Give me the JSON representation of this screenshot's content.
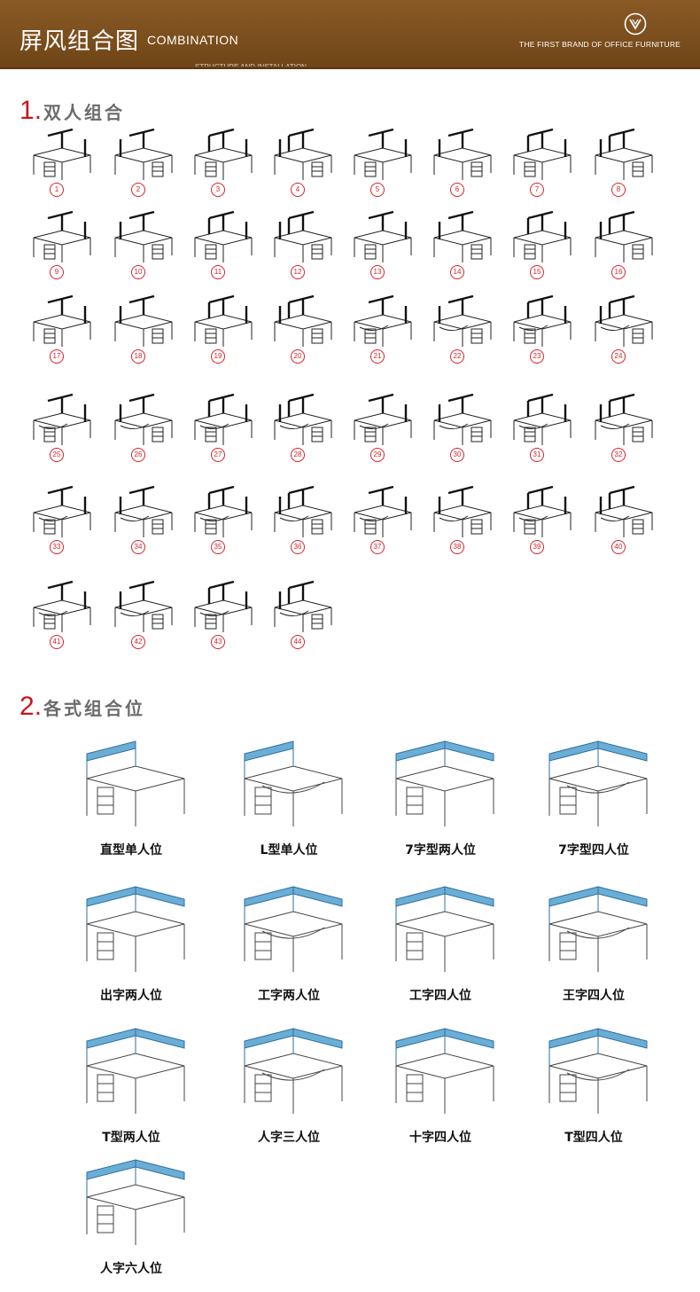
{
  "header": {
    "title": "屏风组合图",
    "subtitle": "COMBINATION",
    "brand": "THE FIRST BRAND OF OFFICE FURNITURE",
    "ghost": "STRUCTURE AND INSTALLATION",
    "logo_icon": "v-circle-logo-icon"
  },
  "colors": {
    "header_bg": "#7a4d1d",
    "accent_red": "#c8151d",
    "title_gray": "#6b6b6b",
    "screen_blue": "#6aaed6"
  },
  "section1": {
    "number": "1",
    "dot": ".",
    "title": "双人组合",
    "items": [
      "1",
      "2",
      "3",
      "4",
      "5",
      "6",
      "7",
      "8",
      "9",
      "10",
      "11",
      "12",
      "13",
      "14",
      "15",
      "16",
      "17",
      "18",
      "19",
      "20",
      "21",
      "22",
      "23",
      "24",
      "25",
      "26",
      "27",
      "28",
      "29",
      "30",
      "31",
      "32",
      "33",
      "34",
      "35",
      "36",
      "37",
      "38",
      "39",
      "40",
      "41",
      "42",
      "43",
      "44"
    ]
  },
  "section2": {
    "number": "2",
    "dot": ".",
    "title": "各式组合位",
    "items": [
      "直型单人位",
      "L型单人位",
      "7字型两人位",
      "7字型四人位",
      "出字两人位",
      "工字两人位",
      "工字四人位",
      "王字四人位",
      "T型两人位",
      "人字三人位",
      "十字四人位",
      "T型四人位",
      "人字六人位"
    ]
  }
}
